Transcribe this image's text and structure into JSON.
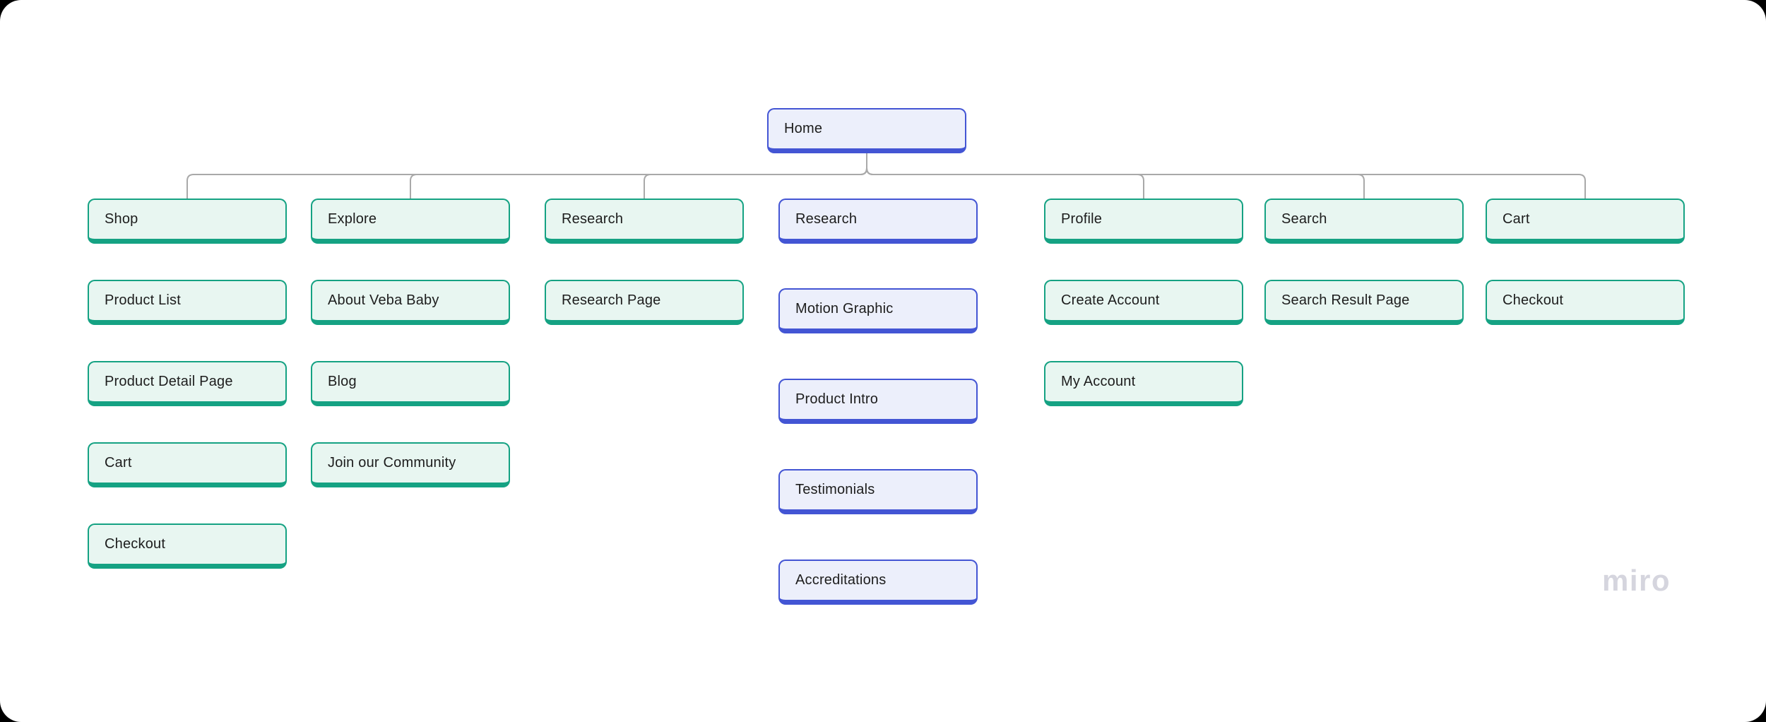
{
  "board": {
    "background": "#ffffff",
    "frame_color": "#000000"
  },
  "watermark": {
    "text": "miro",
    "color": "#d5d5de"
  },
  "styles": {
    "teal": {
      "border": "#15a283",
      "fill": "#e8f6f1"
    },
    "blue": {
      "border": "#4355d4",
      "fill": "#ecEFfb"
    }
  },
  "connector": {
    "color": "#a9a9a9"
  },
  "root": {
    "label": "Home",
    "style": "blue"
  },
  "columns": [
    {
      "connected": true,
      "items": [
        {
          "label": "Shop",
          "style": "teal"
        },
        {
          "label": "Product List",
          "style": "teal"
        },
        {
          "label": "Product Detail Page",
          "style": "teal"
        },
        {
          "label": "Cart",
          "style": "teal"
        },
        {
          "label": "Checkout",
          "style": "teal"
        }
      ]
    },
    {
      "connected": true,
      "items": [
        {
          "label": "Explore",
          "style": "teal"
        },
        {
          "label": "About Veba Baby",
          "style": "teal"
        },
        {
          "label": "Blog",
          "style": "teal"
        },
        {
          "label": "Join our Community",
          "style": "teal"
        }
      ]
    },
    {
      "connected": true,
      "items": [
        {
          "label": "Research",
          "style": "teal"
        },
        {
          "label": "Research Page",
          "style": "teal"
        }
      ]
    },
    {
      "connected": false,
      "items": [
        {
          "label": "Research",
          "style": "blue"
        },
        {
          "label": "Motion Graphic",
          "style": "blue"
        },
        {
          "label": "Product Intro",
          "style": "blue"
        },
        {
          "label": "Testimonials",
          "style": "blue"
        },
        {
          "label": "Accreditations",
          "style": "blue"
        }
      ]
    },
    {
      "connected": true,
      "items": [
        {
          "label": "Profile",
          "style": "teal"
        },
        {
          "label": "Create Account",
          "style": "teal"
        },
        {
          "label": "My Account",
          "style": "teal"
        }
      ]
    },
    {
      "connected": true,
      "items": [
        {
          "label": "Search",
          "style": "teal"
        },
        {
          "label": "Search Result Page",
          "style": "teal"
        }
      ]
    },
    {
      "connected": true,
      "items": [
        {
          "label": "Cart",
          "style": "teal"
        },
        {
          "label": "Checkout",
          "style": "teal"
        }
      ]
    }
  ]
}
